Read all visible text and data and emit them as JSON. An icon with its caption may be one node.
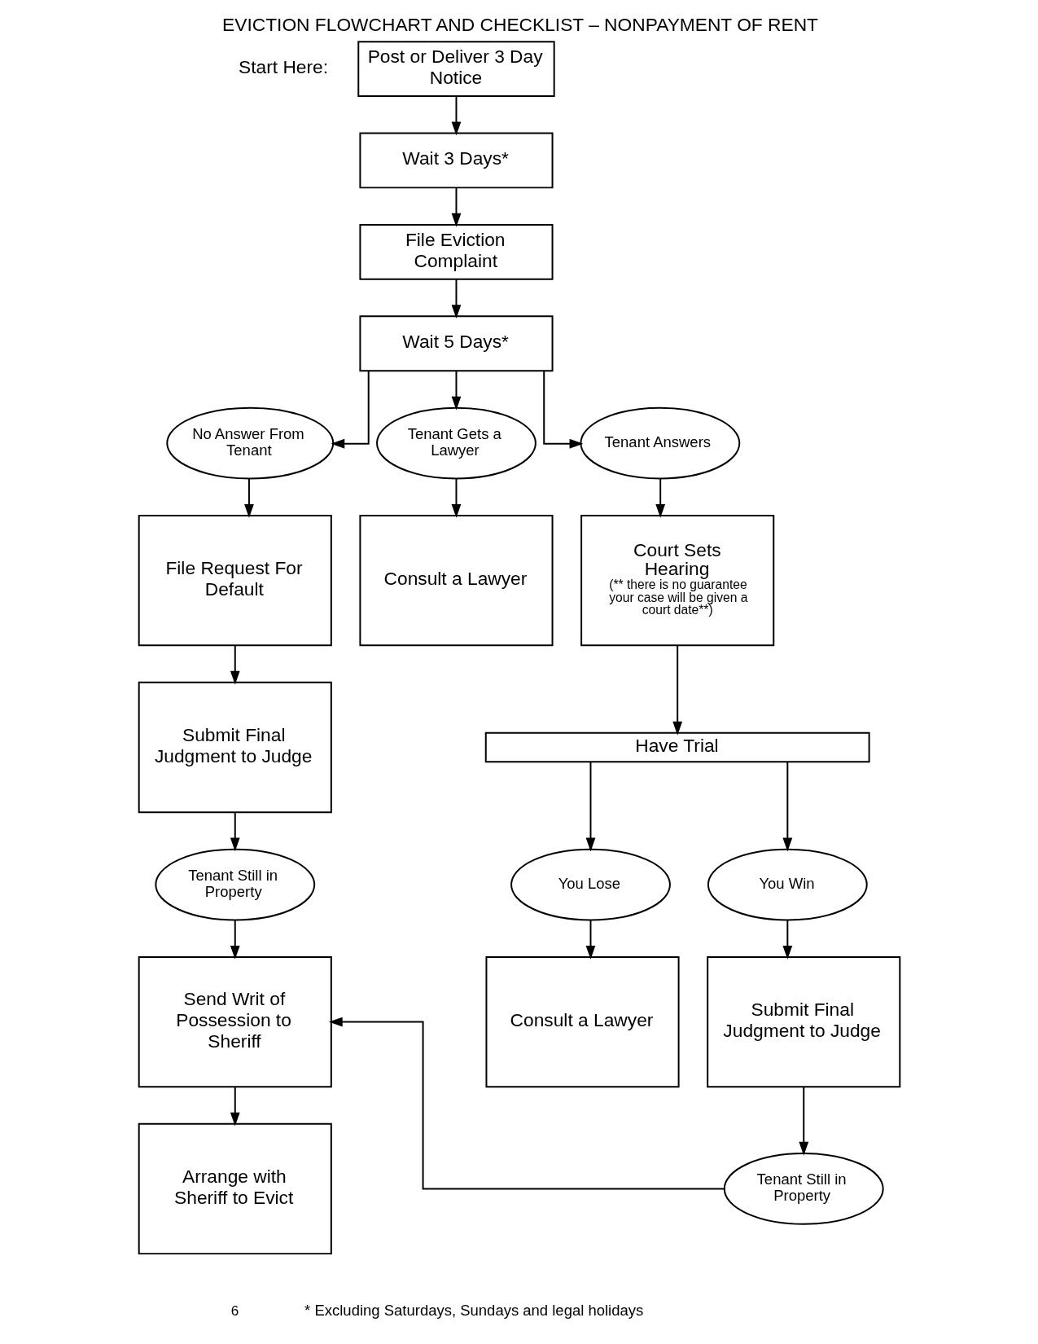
{
  "diagram": {
    "title": "EVICTION FLOWCHART AND CHECKLIST – NONPAYMENT OF RENT",
    "caption": "* Excluding Saturdays, Sundays and legal holidays",
    "nodes": [
      {
        "text": [
          "Post or Deliver 3 Day Notice"
        ],
        "beside": [
          "Start Here:"
        ]
      },
      {
        "text": [
          "Wait 3 Days*"
        ]
      },
      {
        "text": [
          "File Eviction Complaint"
        ]
      },
      {
        "text": [
          "Wait 5 Days*"
        ]
      },
      {
        "text": [
          "No Answer From Tenant"
        ]
      },
      {
        "text": [
          "Tenant Gets a Lawyer"
        ]
      },
      {
        "text": [
          "Tenant Answers"
        ]
      },
      {
        "text": [
          "File Request For Default"
        ]
      },
      {
        "text": [
          "Consult a Lawyer"
        ]
      },
      {
        "text": [
          "Court Sets Hearing",
          "(** there is no guarantee your case will be given a court date**)"
        ]
      },
      {
        "text": [
          "Submit Final Judgment to Judge"
        ]
      },
      {
        "text": [
          "Have Trial"
        ]
      },
      {
        "text": [
          "Tenant Still in Property"
        ]
      },
      {
        "text": [
          "You Lose"
        ]
      },
      {
        "text": [
          "You Win"
        ]
      },
      {
        "text": [
          "Send Writ of Possession to Sheriff"
        ]
      },
      {
        "text": [
          "Consult a Lawyer"
        ]
      },
      {
        "text": [
          "Submit Final Judgment to Judge"
        ]
      },
      {
        "text": [
          "Tenant Still in Property"
        ]
      },
      {
        "text": [
          "Arrange with Sheriff to Evict"
        ]
      }
    ],
    "edges": [
      {
        "from": 0,
        "to": 1,
        "arrow": "to"
      },
      {
        "from": 1,
        "to": 2,
        "arrow": "to"
      },
      {
        "from": 2,
        "to": 3,
        "arrow": "to"
      },
      {
        "from": 3,
        "to": 4,
        "arrow": "to"
      },
      {
        "from": 3,
        "to": 5,
        "arrow": "to"
      },
      {
        "from": 3,
        "to": 6,
        "arrow": "to"
      },
      {
        "from": 4,
        "to": 7,
        "arrow": "to"
      },
      {
        "from": 5,
        "to": 8,
        "arrow": "to"
      },
      {
        "from": 6,
        "to": 9,
        "arrow": "to"
      },
      {
        "from": 7,
        "to": 10,
        "arrow": "to"
      },
      {
        "from": 9,
        "to": 11,
        "arrow": "to"
      },
      {
        "from": 10,
        "to": 12,
        "arrow": "to"
      },
      {
        "from": 11,
        "to": 13,
        "arrow": "to"
      },
      {
        "from": 11,
        "to": 14,
        "arrow": "to"
      },
      {
        "from": 12,
        "to": 15,
        "arrow": "to"
      },
      {
        "from": 13,
        "to": 16,
        "arrow": "to"
      },
      {
        "from": 14,
        "to": 17,
        "arrow": "to"
      },
      {
        "from": 15,
        "to": 19,
        "arrow": "to"
      },
      {
        "from": 17,
        "to": 18,
        "arrow": "to"
      },
      {
        "from": 18,
        "to": 15,
        "arrow": "to"
      }
    ],
    "labels": [
      "6"
    ]
  }
}
